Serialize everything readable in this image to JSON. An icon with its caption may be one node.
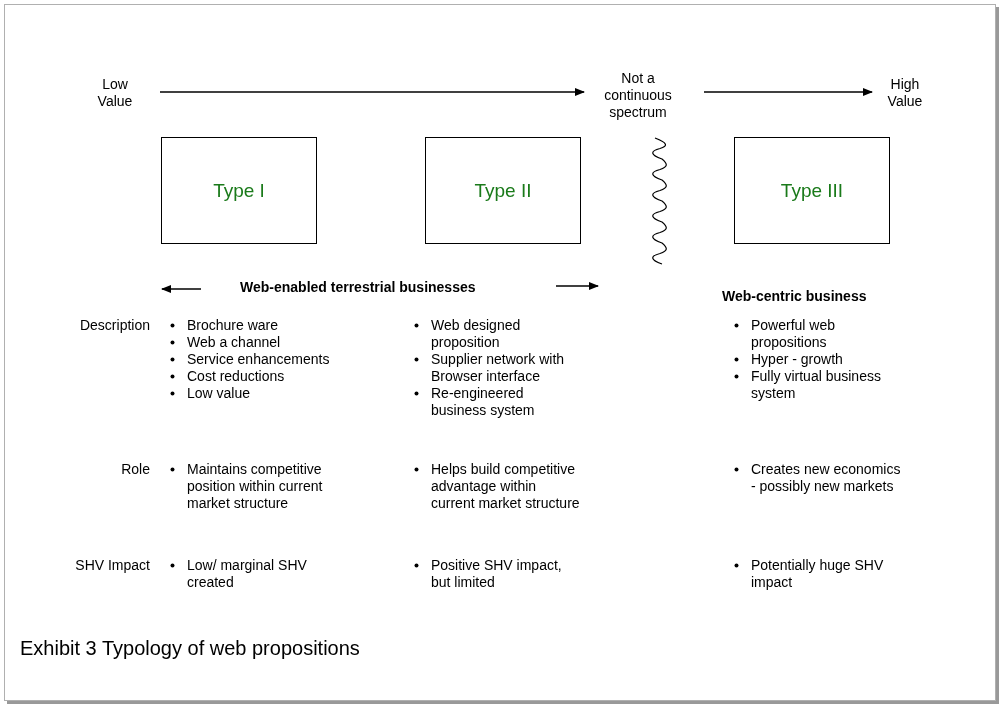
{
  "diagram": {
    "caption": "Exhibit 3 Typology of web propositions",
    "nodes": [
      {
        "text": [
          "Low Value"
        ]
      },
      {
        "text": [
          "Not a continuous spectrum"
        ]
      },
      {
        "text": [
          "High Value"
        ]
      },
      {
        "text": [
          "Type I"
        ]
      },
      {
        "text": [
          "Type II"
        ]
      },
      {
        "text": [
          "Type III"
        ]
      }
    ],
    "edges": [
      {
        "from": 0,
        "to": 1,
        "arrow": "to"
      },
      {
        "from": 1,
        "to": 2,
        "arrow": "to"
      }
    ],
    "labels": [
      "Web-enabled terrestrial businesses",
      "Web-centric business",
      "Description",
      "Brochure ware",
      "Web a channel",
      "Service enhancements",
      "Cost reductions",
      "Low value",
      "Web designed proposition",
      "Supplier network with Browser interface",
      "Re-engineered business system",
      "Powerful web propositions",
      "Hyper - growth",
      "Fully virtual business system",
      "Role",
      "Maintains competitive position within current market structure",
      "Helps build competitive advantage within current market structure",
      "Creates new economics - possibly new markets",
      "SHV Impact",
      "Low/ marginal SHV created",
      "Positive SHV impact, but limited",
      "Potentially huge SHV impact"
    ]
  }
}
